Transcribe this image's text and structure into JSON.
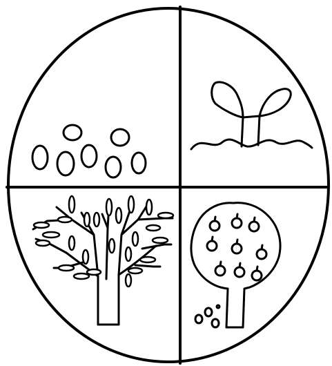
{
  "diagram": {
    "type": "life-cycle-quadrants",
    "colors": {
      "ink": "#000000",
      "background": "#ffffff"
    },
    "stages": [
      {
        "id": "seeds",
        "icon": "seeds-icon"
      },
      {
        "id": "sprout",
        "icon": "sprout-icon"
      },
      {
        "id": "tree-in-leaf",
        "icon": "leafy-tree-icon"
      },
      {
        "id": "fruit-tree",
        "icon": "fruit-tree-icon"
      }
    ]
  }
}
